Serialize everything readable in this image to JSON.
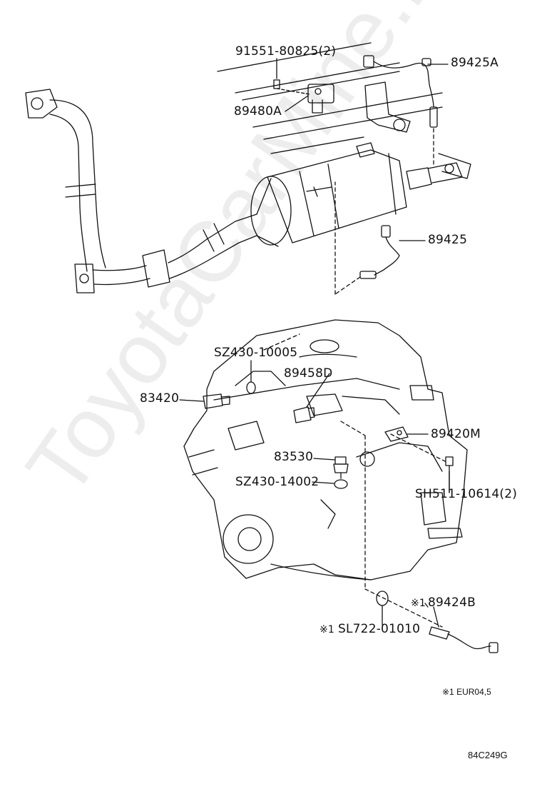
{
  "labels": {
    "bolt_top": "91551-80825(2)",
    "sensor_top": "89425A",
    "sensor_bracket": "89480A",
    "sensor_mid": "89425",
    "gasket_a": "SZ430-10005",
    "sensor_d": "89458D",
    "switch_left": "83420",
    "sensor_m": "89420M",
    "switch_oil": "83530",
    "gasket_b": "SZ430-14002",
    "bolt_right": "SH511-10614(2)",
    "sensor_bottom": "89424B",
    "gasket_c": "SL722-01010"
  },
  "marks": {
    "mark1": "※1",
    "mark2": "※1"
  },
  "footnote": "※1 EUR04,5",
  "diagram_code": "84C249G",
  "watermark": "ToyotaCarMine.ru",
  "colors": {
    "line": "#111111",
    "watermark": "#000000"
  }
}
